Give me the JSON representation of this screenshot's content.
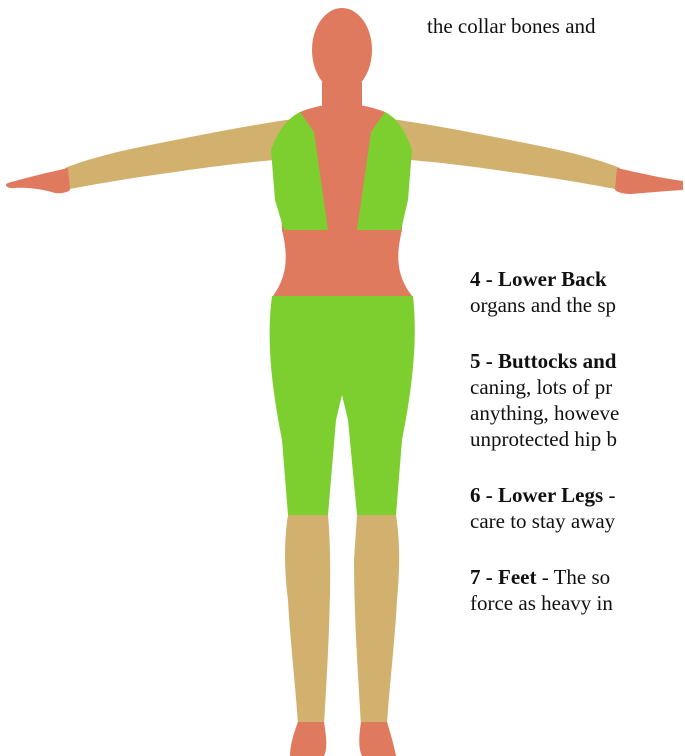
{
  "colors": {
    "head": "#e07a5f",
    "spine": "#e07a5f",
    "shoulder_blades": "#7ccf2e",
    "buttocks_thighs": "#7ccf2e",
    "arms": "#d2b16e",
    "lower_legs": "#d2b16e",
    "feet": "#e07a5f",
    "hands": "#e07a5f"
  },
  "text_lines": {
    "top_line": "the collar bones and",
    "s4_head": "4 - Lower Back",
    "s4_line2": "organs and the sp",
    "s5_head": "5 - Buttocks and",
    "s5_line2": "caning, lots of pr",
    "s5_line3": "anything, howeve",
    "s5_line4": "unprotected hip b",
    "s6_head": "6 - Lower Legs",
    "s6_suffix": " -",
    "s6_line2": "care to stay away",
    "s7_head": "7 - Feet",
    "s7_suffix": " - The so",
    "s7_line2": "force as heavy in"
  }
}
